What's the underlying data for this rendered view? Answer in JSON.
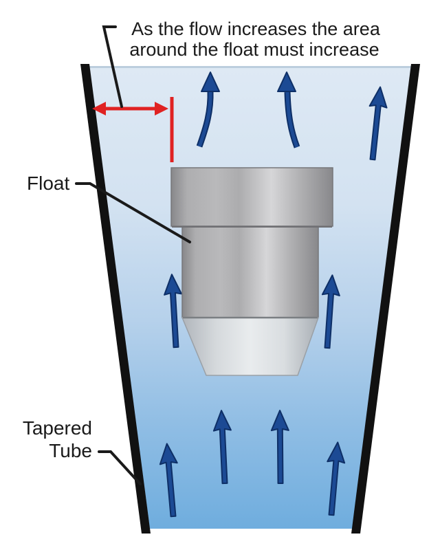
{
  "diagram": {
    "type": "rotameter-variable-area-flow-meter",
    "annotation": {
      "line1": "As the flow increases the area",
      "line2": "around the float must increase"
    },
    "labels": {
      "float": "Float",
      "tapered_tube_line1": "Tapered",
      "tapered_tube_line2": "Tube"
    },
    "elements": {
      "flow_arrows_above_float": 3,
      "flow_arrows_beside_float": 2,
      "flow_arrows_below_float": 4,
      "width_indicator": "red double-headed arrow across annular gap"
    },
    "colors": {
      "background": "#ffffff",
      "tube_wall": "#111111",
      "fluid_top": "#dee9f4",
      "fluid_middle": "#b6d1eb",
      "fluid_bottom": "#6fadde",
      "fluid_top_edge": "#bccede",
      "flow_arrow_fill": "#1c4a94",
      "flow_arrow_outline": "#0e2f66",
      "width_arrow_red": "#e02222",
      "float_metal_dark": "#87878a",
      "float_metal_light": "#d6d6d8",
      "float_taper_light": "#e9ecee",
      "text": "#1a1a1a",
      "leader_line": "#1a1a1a"
    }
  }
}
